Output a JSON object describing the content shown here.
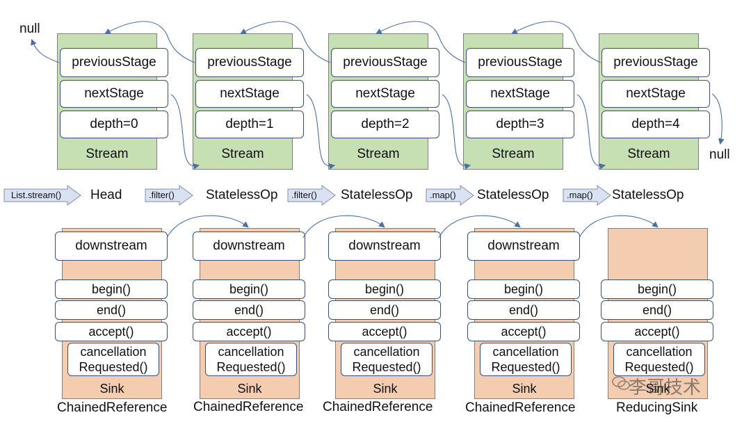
{
  "streams": [
    {
      "fields": [
        "previousStage",
        "nextStage",
        "depth=0"
      ],
      "label": "Stream",
      "type": "Head"
    },
    {
      "fields": [
        "previousStage",
        "nextStage",
        "depth=1"
      ],
      "label": "Stream",
      "type": "StatelessOp"
    },
    {
      "fields": [
        "previousStage",
        "nextStage",
        "depth=2"
      ],
      "label": "Stream",
      "type": "StatelessOp"
    },
    {
      "fields": [
        "previousStage",
        "nextStage",
        "depth=3"
      ],
      "label": "Stream",
      "type": "StatelessOp"
    },
    {
      "fields": [
        "previousStage",
        "nextStage",
        "depth=4"
      ],
      "label": "Stream",
      "type": "StatelessOp"
    }
  ],
  "ops": [
    "List.stream()",
    ".filter()",
    ".filter()",
    ".map()",
    ".map()"
  ],
  "null_left": "null",
  "null_right": "null",
  "sinks": [
    {
      "downstream": "downstream",
      "methods": [
        "begin()",
        "end()",
        "accept()"
      ],
      "cancel": [
        "cancellation",
        "Requested()"
      ],
      "label": "Sink",
      "type": "ChainedReference"
    },
    {
      "downstream": "downstream",
      "methods": [
        "begin()",
        "end()",
        "accept()"
      ],
      "cancel": [
        "cancellation",
        "Requested()"
      ],
      "label": "Sink",
      "type": "ChainedReference"
    },
    {
      "downstream": "downstream",
      "methods": [
        "begin()",
        "end()",
        "accept()"
      ],
      "cancel": [
        "cancellation",
        "Requested()"
      ],
      "label": "Sink",
      "type": "ChainedReference"
    },
    {
      "downstream": "downstream",
      "methods": [
        "begin()",
        "end()",
        "accept()"
      ],
      "cancel": [
        "cancellation",
        "Requested()"
      ],
      "label": "Sink",
      "type": "ChainedReference"
    },
    {
      "downstream": "",
      "methods": [
        "begin()",
        "end()",
        "accept()"
      ],
      "cancel": [
        "cancellation",
        "Requested()"
      ],
      "label": "Sink",
      "type": "ReducingSink"
    }
  ],
  "watermark": "李哥技术",
  "colors": {
    "stream_fill": "#c6e0b4",
    "sink_fill": "#f4cdb0",
    "connector": "#4a6fa5",
    "op_fill": "#d9e1f2"
  }
}
